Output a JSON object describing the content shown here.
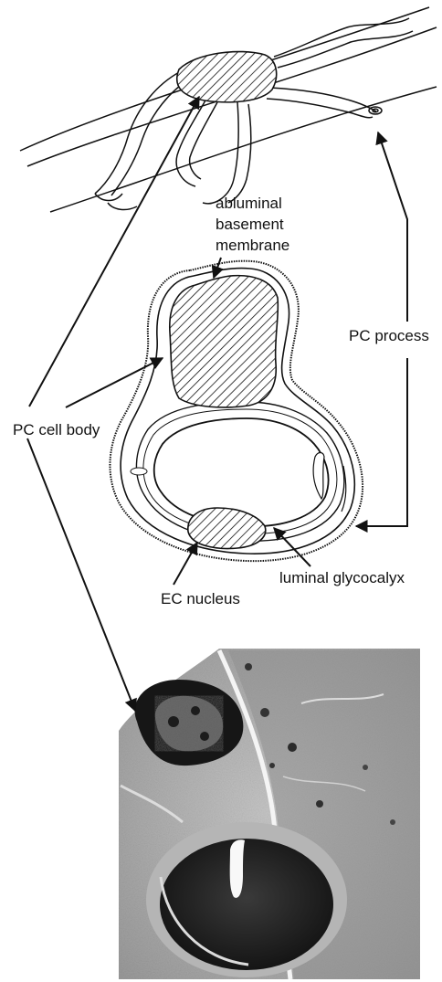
{
  "labels": {
    "abluminal_line1": "abluminal",
    "abluminal_line2": "basement",
    "abluminal_line3": "membrane",
    "pc_process": "PC process",
    "pc_cell_body": "PC cell body",
    "luminal_glycocalyx": "luminal glycocalyx",
    "ec_nucleus": "EC nucleus"
  },
  "colors": {
    "ink": "#111111",
    "paper": "#ffffff",
    "micrograph_background": "#a9a9a9",
    "micrograph_dark": "#1a1a1a"
  },
  "icons": {
    "hatching": "diagonal-hatch-pattern",
    "arrowheads": "filled-triangle-arrowhead"
  }
}
